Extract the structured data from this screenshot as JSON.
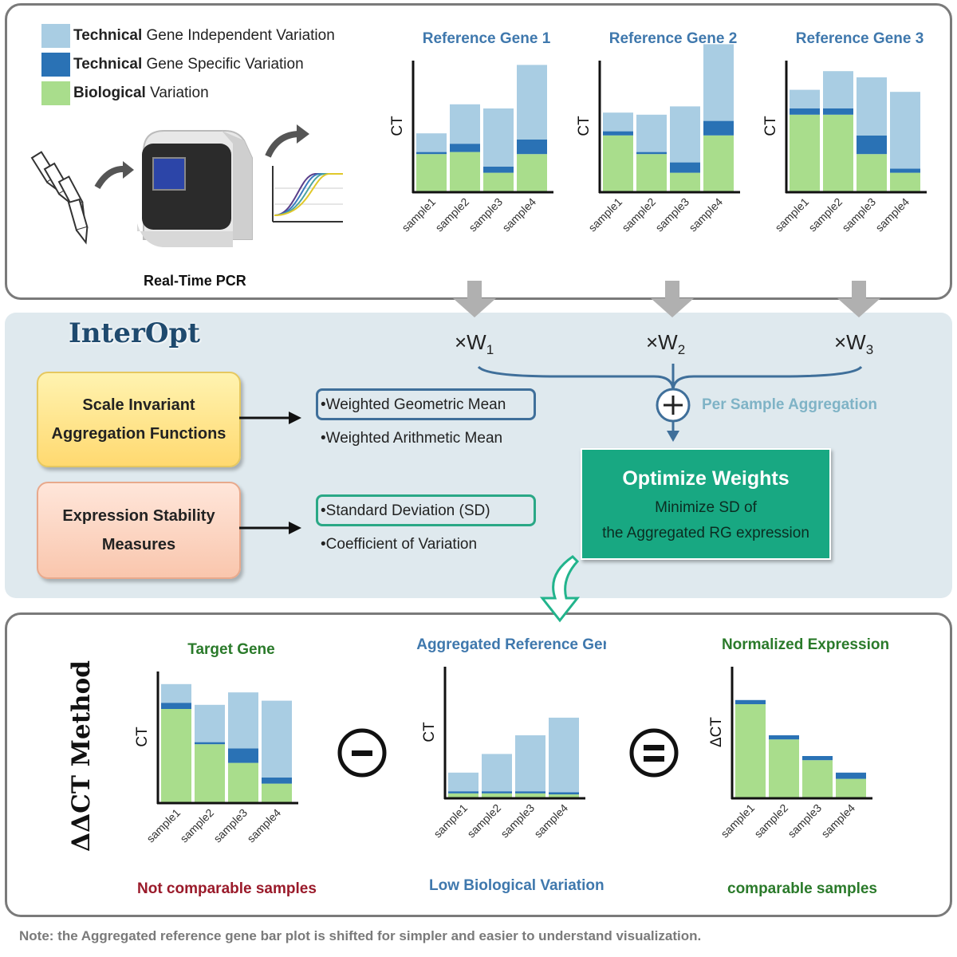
{
  "colors": {
    "tech_independent": "#a9cde3",
    "tech_specific": "#2a72b5",
    "biological": "#a9dd8c",
    "optimize_box": "#18a882"
  },
  "legend": [
    {
      "bold": "Technical",
      "text": " Gene Independent Variation",
      "color": "#a9cde3"
    },
    {
      "bold": "Technical",
      "text": " Gene Specific Variation",
      "color": "#2a72b5"
    },
    {
      "bold": "Biological",
      "text": " Variation",
      "color": "#a9dd8c"
    }
  ],
  "pcr_label": "Real-Time PCR",
  "interopt_title": "InterOpt",
  "weights": [
    {
      "prefix": "×W",
      "sub": "1"
    },
    {
      "prefix": "×W",
      "sub": "2"
    },
    {
      "prefix": "×W",
      "sub": "3"
    }
  ],
  "aggregation_label": "Per Sample Aggregation",
  "aggregation_box": {
    "line1": "Scale Invariant",
    "line2": "Aggregation Functions"
  },
  "stability_box": {
    "line1": "Expression Stability",
    "line2": "Measures"
  },
  "aggregation_options": [
    "•Weighted Geometric Mean",
    "•Weighted Arithmetic Mean"
  ],
  "stability_options": [
    "•Standard Deviation (SD)",
    "•Coefficient of Variation"
  ],
  "optimize": {
    "title": "Optimize Weights",
    "line1": "Minimize SD of",
    "line2": "the Aggregated RG expression"
  },
  "method_label": "ΔΔCT Method",
  "subtitles": {
    "target": "Not comparable samples",
    "aggregated": "Low Biological Variation",
    "normalized": "comparable samples"
  },
  "note": "Note: the Aggregated reference gene bar plot is shifted for simpler and easier to understand visualization.",
  "chart_data": [
    {
      "type": "bar",
      "title": "Reference Gene 1",
      "ylabel": "CT",
      "categories": [
        "sample1",
        "sample2",
        "sample3",
        "sample4"
      ],
      "series": [
        {
          "name": "Biological Variation",
          "values": [
            36,
            38,
            18,
            36
          ]
        },
        {
          "name": "Technical Gene Specific Variation",
          "values": [
            2,
            8,
            6,
            14
          ]
        },
        {
          "name": "Technical Gene Independent Variation",
          "values": [
            18,
            38,
            56,
            72
          ]
        }
      ]
    },
    {
      "type": "bar",
      "title": "Reference Gene 2",
      "ylabel": "CT",
      "categories": [
        "sample1",
        "sample2",
        "sample3",
        "sample4"
      ],
      "series": [
        {
          "name": "Biological Variation",
          "values": [
            54,
            36,
            18,
            54
          ]
        },
        {
          "name": "Technical Gene Specific Variation",
          "values": [
            4,
            2,
            10,
            14
          ]
        },
        {
          "name": "Technical Gene Independent Variation",
          "values": [
            18,
            36,
            54,
            74
          ]
        }
      ]
    },
    {
      "type": "bar",
      "title": "Reference Gene 3",
      "ylabel": "CT",
      "categories": [
        "sample1",
        "sample2",
        "sample3",
        "sample4"
      ],
      "series": [
        {
          "name": "Biological Variation",
          "values": [
            74,
            74,
            36,
            18
          ]
        },
        {
          "name": "Technical Gene Specific Variation",
          "values": [
            6,
            6,
            18,
            4
          ]
        },
        {
          "name": "Technical Gene Independent Variation",
          "values": [
            18,
            36,
            56,
            74
          ]
        }
      ]
    },
    {
      "type": "bar",
      "title": "Target Gene",
      "ylabel": "CT",
      "categories": [
        "sample1",
        "sample2",
        "sample3",
        "sample4"
      ],
      "series": [
        {
          "name": "Biological Variation",
          "values": [
            90,
            56,
            38,
            18
          ]
        },
        {
          "name": "Technical Gene Specific Variation",
          "values": [
            6,
            2,
            14,
            6
          ]
        },
        {
          "name": "Technical Gene Independent Variation",
          "values": [
            18,
            36,
            54,
            74
          ]
        }
      ]
    },
    {
      "type": "bar",
      "title": "Aggregated Reference Gene",
      "ylabel": "CT",
      "categories": [
        "sample1",
        "sample2",
        "sample3",
        "sample4"
      ],
      "series": [
        {
          "name": "Biological Variation",
          "values": [
            4,
            4,
            4,
            3
          ]
        },
        {
          "name": "Technical Gene Specific Variation",
          "values": [
            2,
            2,
            2,
            2
          ]
        },
        {
          "name": "Technical Gene Independent Variation",
          "values": [
            18,
            36,
            54,
            72
          ]
        }
      ]
    },
    {
      "type": "bar",
      "title": "Normalized Expression",
      "ylabel": "ΔCT",
      "categories": [
        "sample1",
        "sample2",
        "sample3",
        "sample4"
      ],
      "series": [
        {
          "name": "Biological Variation",
          "values": [
            90,
            56,
            36,
            18
          ]
        },
        {
          "name": "Technical Gene Specific Variation",
          "values": [
            4,
            4,
            4,
            6
          ]
        }
      ]
    }
  ]
}
